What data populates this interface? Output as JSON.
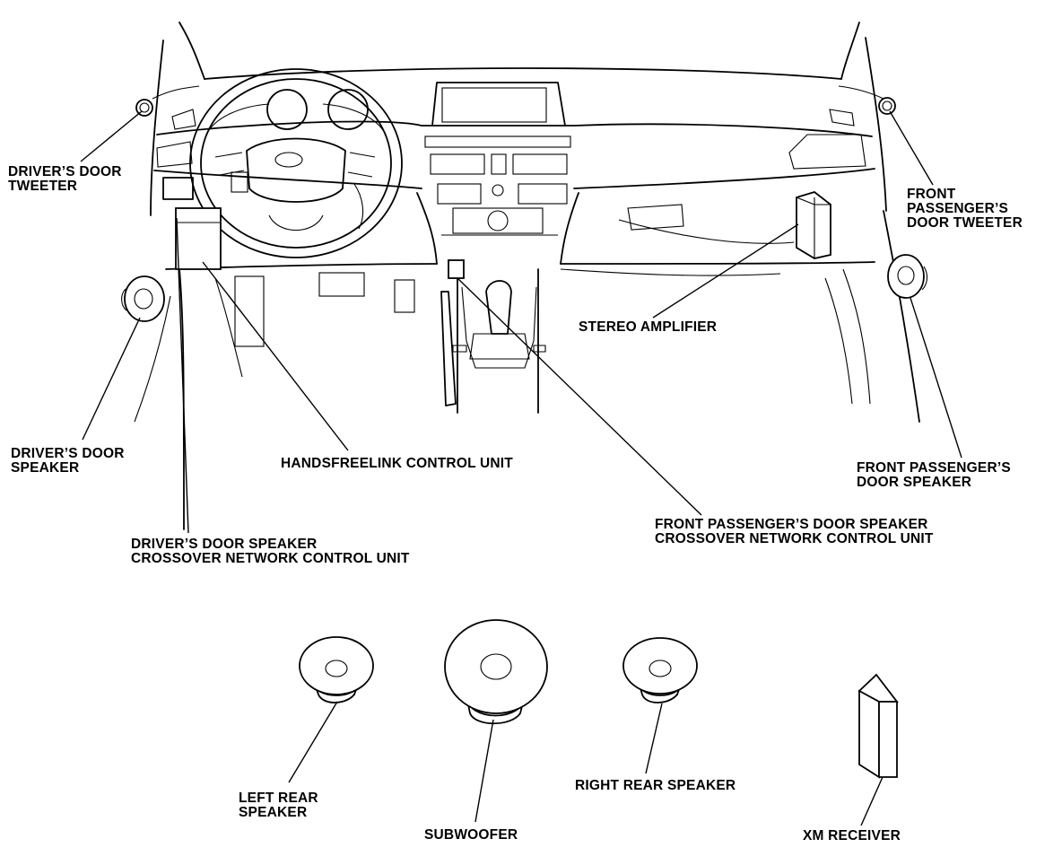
{
  "callouts": {
    "drivers_door_tweeter": [
      "DRIVER’S DOOR",
      "TWEETER"
    ],
    "front_passengers_door_tweeter": [
      "FRONT",
      "PASSENGER’S",
      "DOOR TWEETER"
    ],
    "stereo_amplifier": [
      "STEREO AMPLIFIER"
    ],
    "drivers_door_speaker": [
      "DRIVER’S DOOR",
      "SPEAKER"
    ],
    "handsfreelink_control_unit": [
      "HANDSFREELINK CONTROL UNIT"
    ],
    "front_passengers_door_speaker": [
      "FRONT PASSENGER’S",
      "DOOR SPEAKER"
    ],
    "front_passengers_crossover": [
      "FRONT PASSENGER’S DOOR SPEAKER",
      "CROSSOVER NETWORK CONTROL UNIT"
    ],
    "drivers_crossover": [
      "DRIVER’S DOOR SPEAKER",
      "CROSSOVER NETWORK CONTROL UNIT"
    ],
    "left_rear_speaker": [
      "LEFT REAR",
      "SPEAKER"
    ],
    "subwoofer": [
      "SUBWOOFER"
    ],
    "right_rear_speaker": [
      "RIGHT REAR SPEAKER"
    ],
    "xm_receiver": [
      "XM RECEIVER"
    ]
  }
}
